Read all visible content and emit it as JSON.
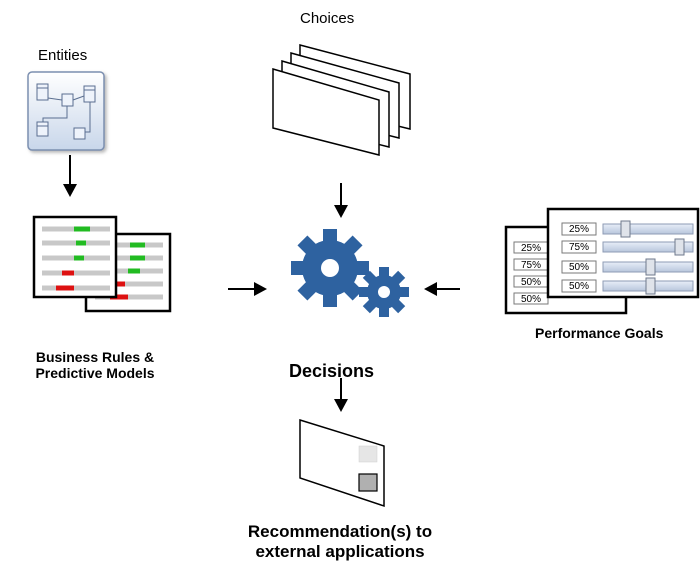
{
  "labels": {
    "entities": "Entities",
    "choices": "Choices",
    "rules_line1": "Business Rules &",
    "rules_line2": "Predictive Models",
    "decisions": "Decisions",
    "goals": "Performance Goals",
    "rec_line1": "Recommendation(s) to",
    "rec_line2": "external applications"
  },
  "goals_front": [
    "25%",
    "75%",
    "50%",
    "50%"
  ],
  "goals_back": [
    "25%",
    "75%",
    "50%",
    "50%"
  ]
}
